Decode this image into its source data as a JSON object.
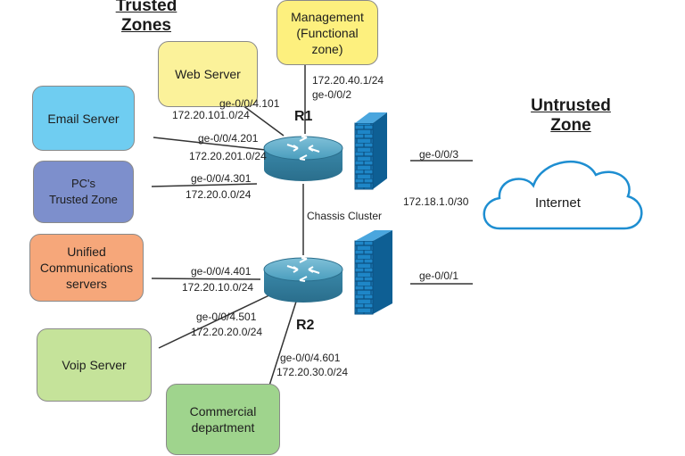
{
  "zones": {
    "trusted": "Trusted\nZones",
    "untrusted": "Untrusted\nZone"
  },
  "nodes": {
    "management": "Management\n(Functional\nzone)",
    "web_server": "Web Server",
    "email_server": "Email Server",
    "pcs": "PC's\nTrusted Zone",
    "unified": "Unified\nCommunications\nservers",
    "voip": "Voip Server",
    "commercial": "Commercial\ndepartment",
    "internet": "Internet"
  },
  "routers": {
    "r1": "R1",
    "r2": "R2"
  },
  "cluster_label": "Chassis Cluster",
  "interfaces": {
    "mgmt_ip": "172.20.40.1/24",
    "mgmt_if": "ge-0/0/2",
    "web_if": "ge-0/0/4.101",
    "web_net": "172.20.101.0/24",
    "email_if": "ge-0/0/4.201",
    "email_net": "172.20.201.0/24",
    "pc_if": "ge-0/0/4.301",
    "pc_net": "172.20.0.0/24",
    "uc_if": "ge-0/0/4.401",
    "uc_net": "172.20.10.0/24",
    "voip_if": "ge-0/0/4.501",
    "voip_net": "172.20.20.0/24",
    "com_if": "ge-0/0/4.601",
    "com_net": "172.20.30.0/24",
    "r1_wan_if": "ge-0/0/3",
    "wan_net": "172.18.1.0/30",
    "r2_wan_if": "ge-0/0/1"
  },
  "colors": {
    "management": "#fdf07e",
    "web_server": "#fbf29a",
    "email_server": "#6fcdf1",
    "pcs": "#7d8fcc",
    "unified": "#f6a77a",
    "voip": "#c5e39a",
    "commercial": "#9fd48d",
    "router": "#3f8fb0",
    "firewall": "#1d7fc0",
    "cloud_stroke": "#1e8ed1"
  }
}
